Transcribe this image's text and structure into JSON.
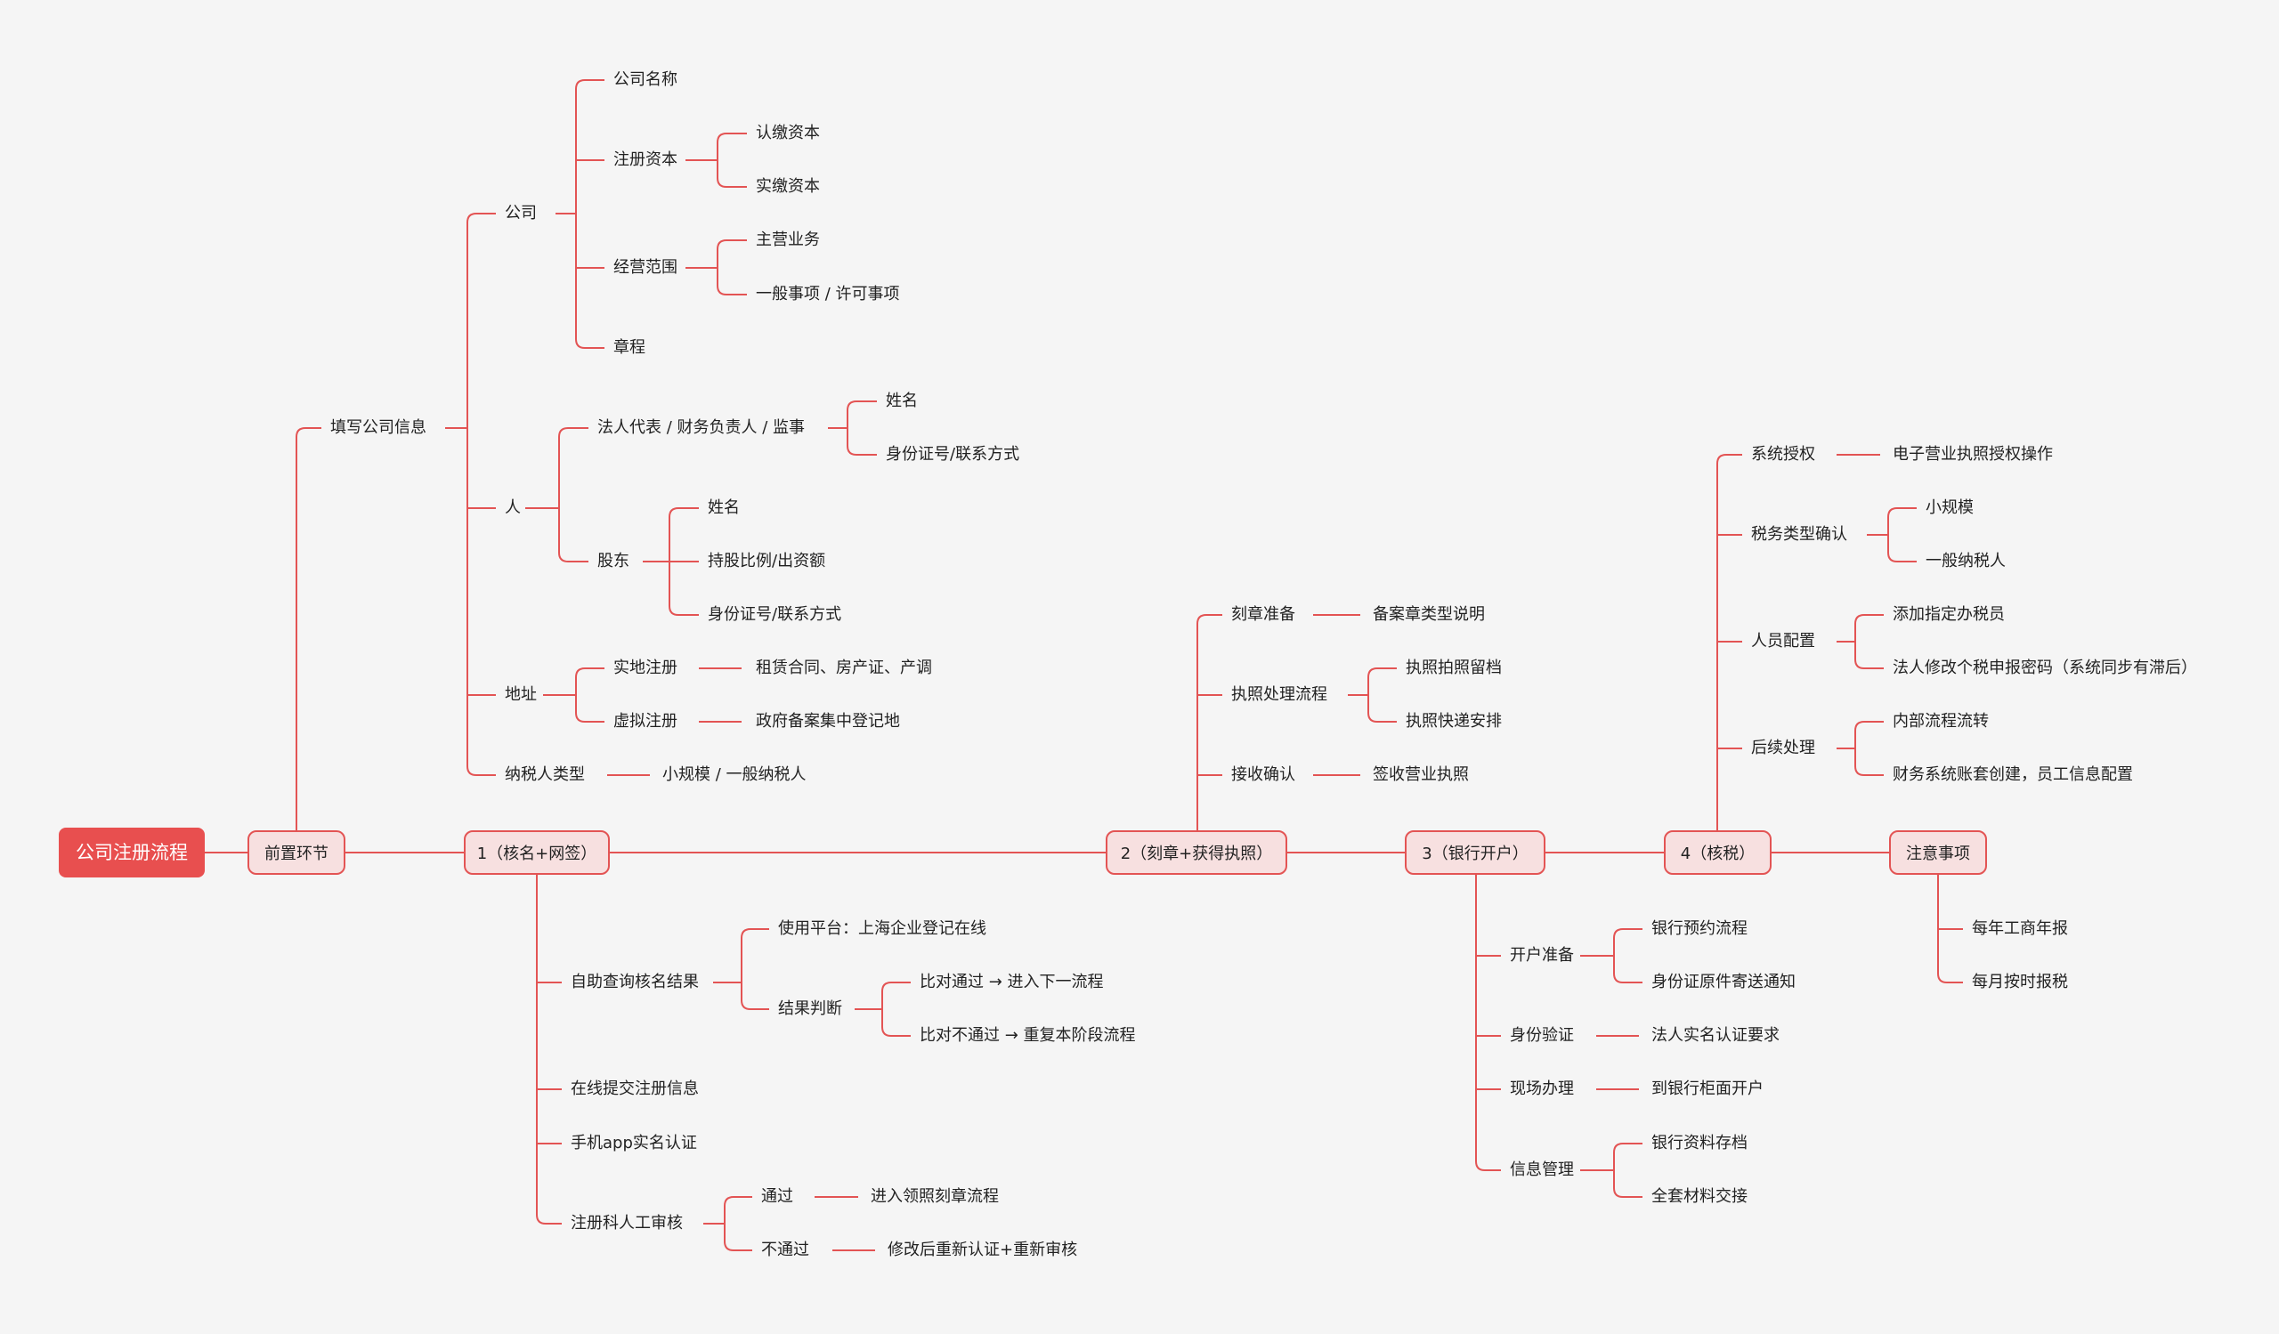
{
  "colors": {
    "line": "#e35454",
    "root_fill": "#e84f4f",
    "box_fill": "#f7e0e0",
    "background": "#f5f5f5"
  },
  "root": "公司注册流程",
  "stages": {
    "pre": "前置环节",
    "s1": "1（核名+网签）",
    "s2": "2（刻章+获得执照）",
    "s3": "3（银行开户）",
    "s4": "4（核税）",
    "notes": "注意事项"
  },
  "pre": {
    "fill_info": "填写公司信息",
    "company": {
      "label": "公司",
      "name": "公司名称",
      "capital": {
        "label": "注册资本",
        "subscribed": "认缴资本",
        "paid": "实缴资本"
      },
      "scope": {
        "label": "经营范围",
        "main": "主营业务",
        "general": "一般事项 / 许可事项"
      },
      "charter": "章程"
    },
    "person": {
      "label": "人",
      "legal": {
        "label": "法人代表 / 财务负责人 / 监事",
        "name": "姓名",
        "id": "身份证号/联系方式"
      },
      "shareholder": {
        "label": "股东",
        "name": "姓名",
        "ratio": "持股比例/出资额",
        "id": "身份证号/联系方式"
      }
    },
    "address": {
      "label": "地址",
      "physical": {
        "label": "实地注册",
        "detail": "租赁合同、房产证、产调"
      },
      "virtual": {
        "label": "虚拟注册",
        "detail": "政府备案集中登记地"
      }
    },
    "taxpayer": {
      "label": "纳税人类型",
      "detail": "小规模 / 一般纳税人"
    }
  },
  "s1": {
    "query": {
      "label": "自助查询核名结果",
      "platform": "使用平台：上海企业登记在线",
      "judge": {
        "label": "结果判断",
        "pass": "比对通过 → 进入下一流程",
        "fail": "比对不通过 → 重复本阶段流程"
      }
    },
    "submit": "在线提交注册信息",
    "app_auth": "手机app实名认证",
    "review": {
      "label": "注册科人工审核",
      "pass": {
        "label": "通过",
        "detail": "进入领照刻章流程"
      },
      "fail": {
        "label": "不通过",
        "detail": "修改后重新认证+重新审核"
      }
    }
  },
  "s2": {
    "seal": {
      "label": "刻章准备",
      "detail": "备案章类型说明"
    },
    "license": {
      "label": "执照处理流程",
      "photo": "执照拍照留档",
      "express": "执照快递安排"
    },
    "receive": {
      "label": "接收确认",
      "detail": "签收营业执照"
    }
  },
  "s3": {
    "prep": {
      "label": "开户准备",
      "appt": "银行预约流程",
      "id_mail": "身份证原件寄送通知"
    },
    "verify": {
      "label": "身份验证",
      "detail": "法人实名认证要求"
    },
    "onsite": {
      "label": "现场办理",
      "detail": "到银行柜面开户"
    },
    "info": {
      "label": "信息管理",
      "archive": "银行资料存档",
      "handover": "全套材料交接"
    }
  },
  "s4": {
    "auth": {
      "label": "系统授权",
      "detail": "电子营业执照授权操作"
    },
    "tax_type": {
      "label": "税务类型确认",
      "small": "小规模",
      "general": "一般纳税人"
    },
    "staff": {
      "label": "人员配置",
      "add": "添加指定办税员",
      "pwd": "法人修改个税申报密码（系统同步有滞后）"
    },
    "follow": {
      "label": "后续处理",
      "flow": "内部流程流转",
      "finance": "财务系统账套创建，员工信息配置"
    }
  },
  "notes": {
    "annual": "每年工商年报",
    "monthly": "每月按时报税"
  }
}
